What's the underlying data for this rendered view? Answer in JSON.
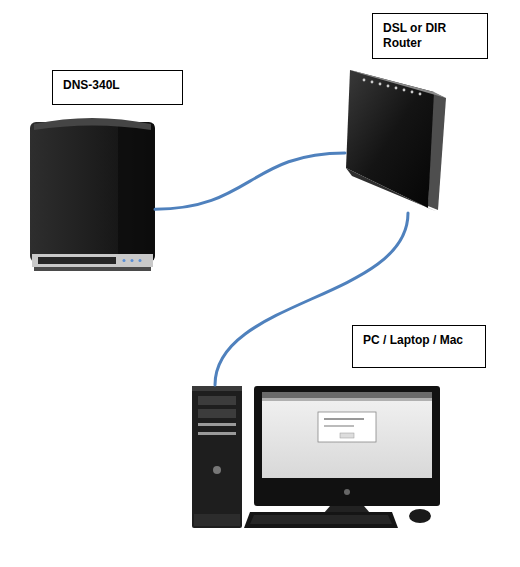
{
  "diagram": {
    "nodes": [
      {
        "text": [
          "DNS-340L"
        ]
      },
      {
        "text": [
          "DSL or DIR Router"
        ]
      },
      {
        "text": [
          "PC / Laptop / Mac"
        ]
      }
    ],
    "edges": [
      {
        "from": 0,
        "to": 1,
        "arrow": "none"
      },
      {
        "from": 1,
        "to": 2,
        "arrow": "none"
      }
    ]
  }
}
